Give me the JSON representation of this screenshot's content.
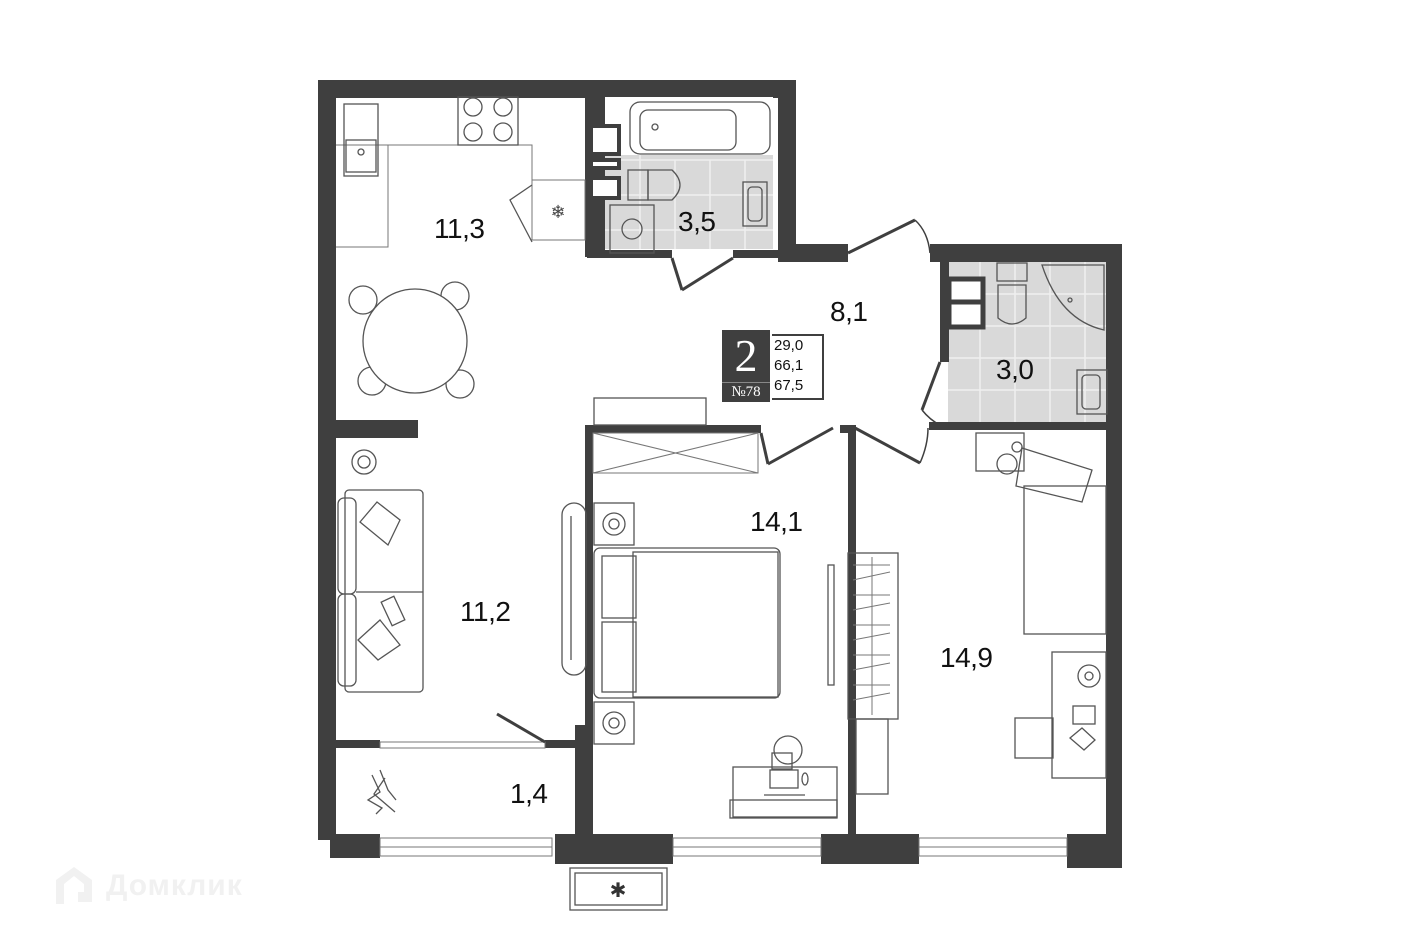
{
  "plan": {
    "rooms_count": "2",
    "apartment_number": "№78",
    "areas": {
      "living": "29,0",
      "total": "66,1",
      "total_with_balcony": "67,5"
    },
    "room_labels": {
      "kitchen": "11,3",
      "bathroom_1": "3,5",
      "hallway": "8,1",
      "bathroom_2": "3,0",
      "living_room": "11,2",
      "bedroom_1": "14,1",
      "bedroom_2": "14,9",
      "balcony": "1,4"
    }
  },
  "watermark": {
    "text": "Домклик",
    "icon": "house-logo-icon"
  },
  "colors": {
    "wall": "#3f3f3f",
    "tile": "#d9d9d9",
    "background": "#ffffff"
  }
}
